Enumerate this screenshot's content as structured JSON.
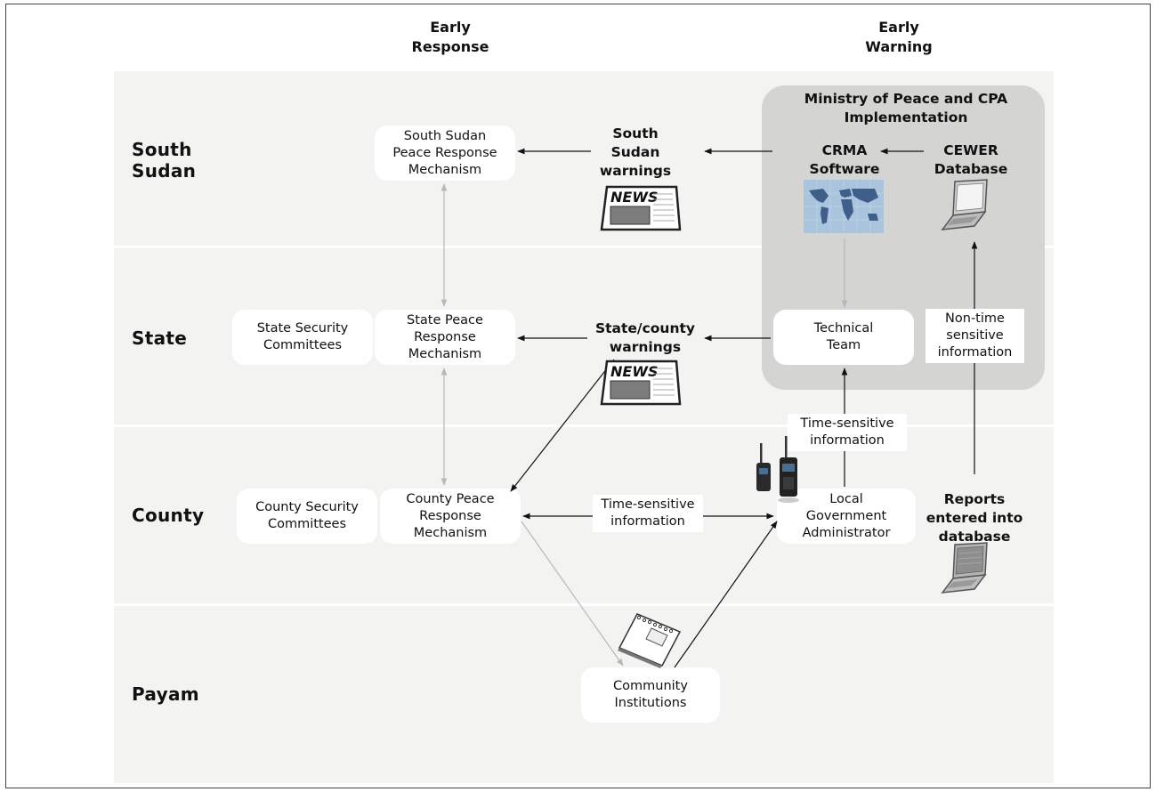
{
  "headers": {
    "early_response": "Early\nResponse",
    "early_warning": "Early\nWarning"
  },
  "levels": {
    "south_sudan": "South\nSudan",
    "state": "State",
    "county": "County",
    "payam": "Payam"
  },
  "ministry": {
    "title": "Ministry of Peace and CPA\nImplementation"
  },
  "nodes": {
    "ss_mechanism": "South Sudan\nPeace Response\nMechanism",
    "state_security": "State Security\nCommittees",
    "state_mechanism": "State Peace\nResponse\nMechanism",
    "county_security": "County Security\nCommittees",
    "county_mechanism": "County Peace\nResponse\nMechanism",
    "technical_team": "Technical\nTeam",
    "local_admin": "Local\nGovernment\nAdministrator",
    "community": "Community\nInstitutions"
  },
  "labels": {
    "ss_warnings": "South\nSudan\nwarnings",
    "state_warnings": "State/county\nwarnings",
    "crma": "CRMA\nSoftware",
    "cewer": "CEWER\nDatabase",
    "non_time": "Non-time\nsensitive\ninformation",
    "time_sensitive_up": "Time-sensitive\ninformation",
    "time_sensitive_county": "Time-sensitive\ninformation",
    "reports": "Reports\nentered into\ndatabase"
  },
  "icons": [
    "news-icon",
    "world-map-icon",
    "laptop-icon",
    "radio-icon",
    "notebook-icon"
  ],
  "colors": {
    "panel": "#f3f3f1",
    "ministry": "#d4d4d2",
    "arrow_black": "#111111",
    "arrow_gray": "#b8b8b8"
  }
}
